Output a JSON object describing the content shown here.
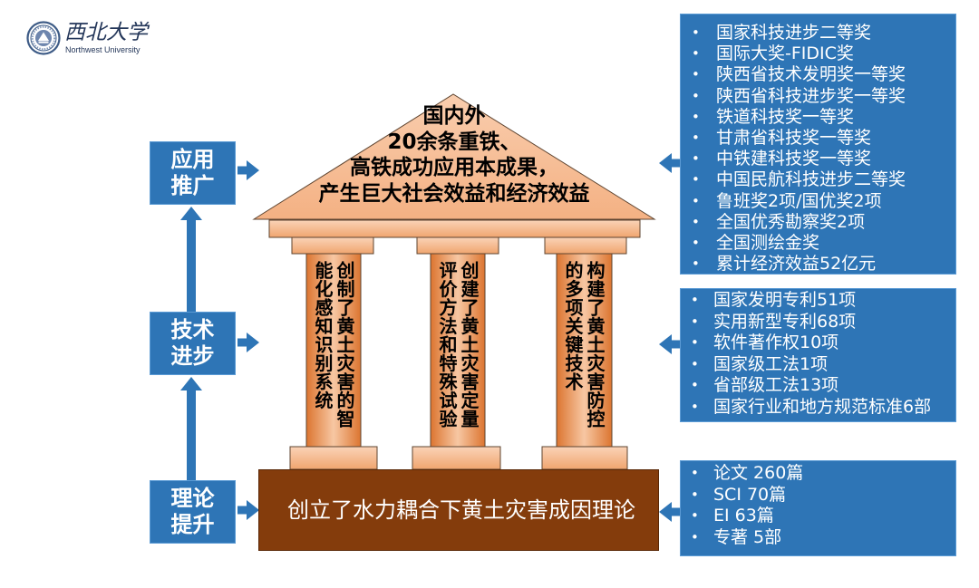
{
  "logo": {
    "name_cn": "西北大学",
    "name_en": "Northwest University"
  },
  "left_boxes": [
    {
      "line1": "应用",
      "line2": "推广"
    },
    {
      "line1": "技术",
      "line2": "进步"
    },
    {
      "line1": "理论",
      "line2": "提升"
    }
  ],
  "roof": {
    "lines": [
      "国内外",
      "20余条重铁、",
      "高铁成功应用本成果，",
      "产生巨大社会效益和经济效益"
    ]
  },
  "pillars": [
    {
      "column1": "创制了黄土灾害的智",
      "column2": "能化感知识别系统"
    },
    {
      "column1": "创建了黄土灾害定量",
      "column2": "评价方法和特殊试验"
    },
    {
      "column1": "构建了黄土灾害防控",
      "column2": "的多项关键技术"
    }
  ],
  "foundation": {
    "text": "创立了水力耦合下黄土灾害成因理论"
  },
  "right_boxes": [
    {
      "items": [
        "国家科技进步二等奖",
        "国际大奖-FIDIC奖",
        "陕西省技术发明奖一等奖",
        "陕西省科技进步奖一等奖",
        "铁道科技奖一等奖",
        "甘肃省科技奖一等奖",
        "中铁建科技奖一等奖",
        "中国民航科技进步二等奖",
        "鲁班奖2项/国优奖2项",
        "全国优秀勘察奖2项",
        "全国测绘金奖",
        "累计经济效益52亿元"
      ]
    },
    {
      "items": [
        "国家发明专利51项",
        "实用新型专利68项",
        "软件著作权10项",
        "国家级工法1项",
        "省部级工法13项",
        "国家行业和地方规范标准6部"
      ]
    },
    {
      "items": [
        "论文 260篇",
        "SCI 70篇",
        "EI 63篇",
        "专著 5部"
      ]
    }
  ],
  "colors": {
    "box_blue": "#2E75B6",
    "box_border": "#5B9BD5",
    "arrow_blue": "#2E75B6",
    "roof_orange": "#F4B183",
    "pillar_orange": "#DC7530",
    "foundation_brown": "#843C0C",
    "dark_text": "#000000",
    "light_text": "#FFFFFF",
    "logo_navy": "#233659"
  }
}
